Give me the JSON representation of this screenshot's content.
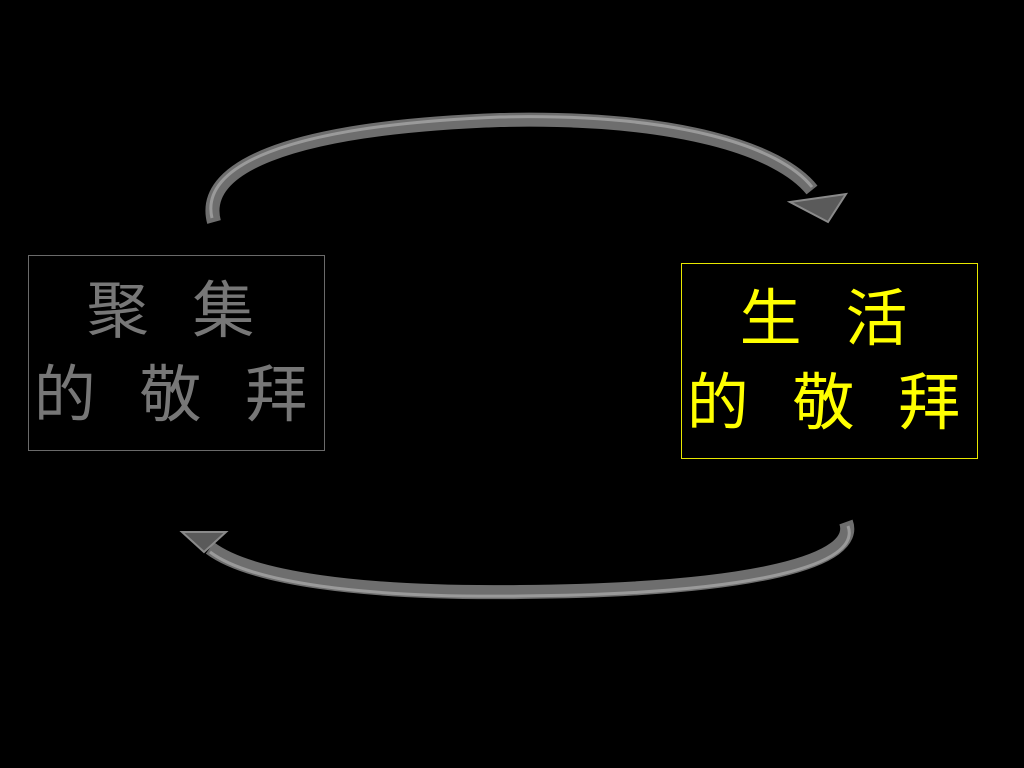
{
  "diagram": {
    "left_box": {
      "line1": "聚 集",
      "line2": "的 敬 拜",
      "text_color": "#777777",
      "border_color": "#6a6a6a"
    },
    "right_box": {
      "line1": "生 活",
      "line2": "的 敬 拜",
      "text_color": "#ffff00",
      "border_color": "#e8e800"
    },
    "arrow_color": "#5e5e5e",
    "background": "#000000"
  }
}
